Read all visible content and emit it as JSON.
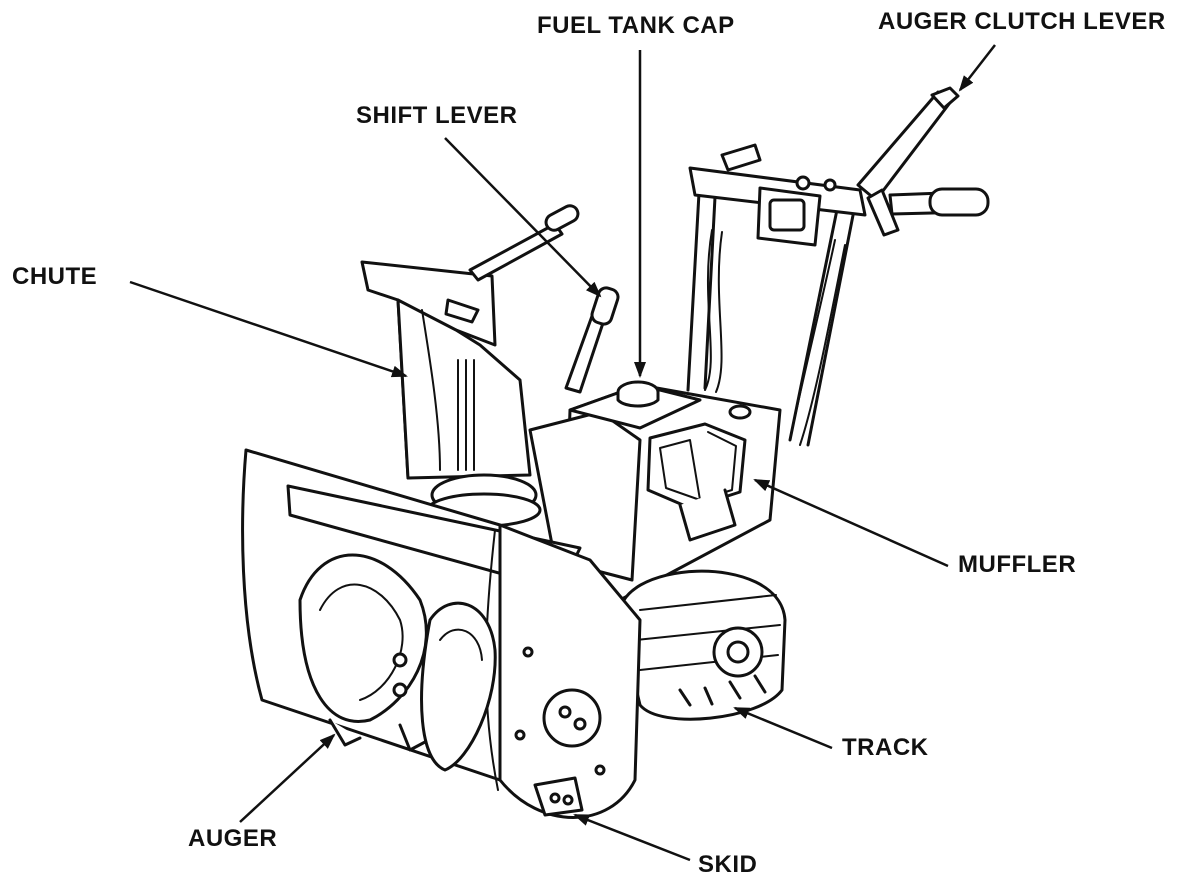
{
  "diagram": {
    "labels": {
      "fuel_tank_cap": "FUEL TANK CAP",
      "auger_clutch_lever": "AUGER CLUTCH LEVER",
      "shift_lever": "SHIFT LEVER",
      "chute": "CHUTE",
      "muffler": "MUFFLER",
      "track": "TRACK",
      "auger": "AUGER",
      "skid": "SKID"
    },
    "colors": {
      "ink": "#111111",
      "paper": "#ffffff"
    },
    "icons": {
      "machine": "snowblower-line-drawing",
      "pointer": "arrowhead"
    }
  }
}
